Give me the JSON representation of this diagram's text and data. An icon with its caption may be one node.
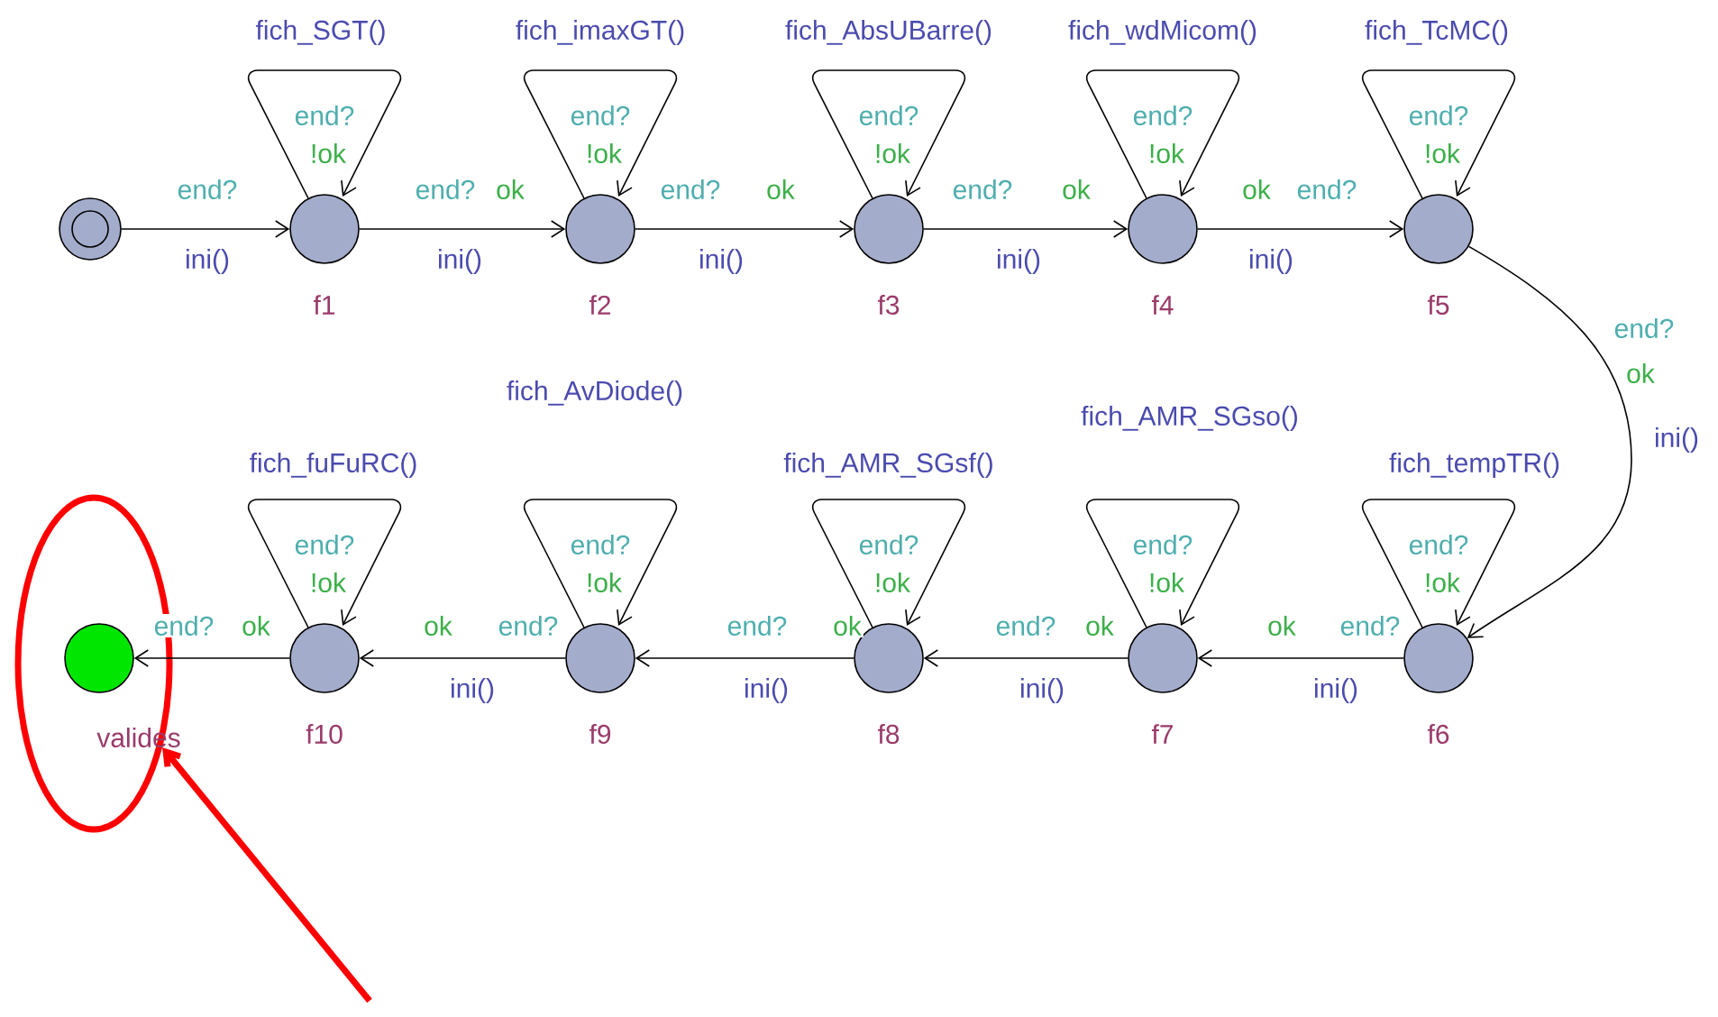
{
  "diagram": {
    "nodes": [
      {
        "text": [],
        "shape": "circle"
      },
      {
        "text": [],
        "shape": "circle",
        "beside": [
          "f1"
        ]
      },
      {
        "text": [],
        "shape": "circle",
        "beside": [
          "f2"
        ]
      },
      {
        "text": [],
        "shape": "circle",
        "beside": [
          "f3"
        ]
      },
      {
        "text": [],
        "shape": "circle",
        "beside": [
          "f4"
        ]
      },
      {
        "text": [],
        "shape": "circle",
        "beside": [
          "f5"
        ]
      },
      {
        "text": [],
        "shape": "ellipse"
      },
      {
        "text": [],
        "shape": "circle",
        "beside": [
          "valides"
        ],
        "in": 6
      },
      {
        "text": [],
        "shape": "circle",
        "beside": [
          "f10"
        ]
      },
      {
        "text": [],
        "shape": "circle",
        "beside": [
          "f9"
        ]
      },
      {
        "text": [],
        "shape": "circle",
        "beside": [
          "f8"
        ]
      },
      {
        "text": [],
        "shape": "circle",
        "beside": [
          "f7"
        ]
      },
      {
        "text": [],
        "shape": "circle",
        "beside": [
          "f6"
        ]
      }
    ],
    "edges": [
      {
        "from": 0,
        "to": 1,
        "arrow": "to",
        "label": [
          "end?",
          "ini()"
        ]
      },
      {
        "from": 1,
        "to": 1,
        "arrow": "to",
        "label": [
          "fich_SGT()",
          "end?",
          "!ok"
        ]
      },
      {
        "from": 1,
        "to": 2,
        "arrow": "to",
        "label": [
          "end?",
          "ok",
          "ini()"
        ]
      },
      {
        "from": 2,
        "to": 2,
        "arrow": "to",
        "label": [
          "fich_imaxGT()",
          "end?",
          "!ok"
        ]
      },
      {
        "from": 2,
        "to": 3,
        "arrow": "to",
        "label": [
          "end?",
          "ok",
          "ini()"
        ]
      },
      {
        "from": 3,
        "to": 3,
        "arrow": "to",
        "label": [
          "fich_AbsUBarre()",
          "end?",
          "!ok"
        ]
      },
      {
        "from": 3,
        "to": 4,
        "arrow": "to",
        "label": [
          "end?",
          "ok",
          "ini()"
        ]
      },
      {
        "from": 4,
        "to": 4,
        "arrow": "to",
        "label": [
          "fich_wdMicom()",
          "end?",
          "!ok"
        ]
      },
      {
        "from": 4,
        "to": 5,
        "arrow": "to",
        "label": [
          "ok",
          "end?",
          "ini()"
        ]
      },
      {
        "from": 5,
        "to": 5,
        "arrow": "to",
        "label": [
          "fich_TcMC()",
          "end?",
          "!ok"
        ]
      },
      {
        "from": 5,
        "to": 12,
        "arrow": "to",
        "label": [
          "end?",
          "ok",
          "ini()"
        ]
      },
      {
        "from": 12,
        "to": 12,
        "arrow": "to",
        "label": [
          "fich_tempTR()",
          "end?",
          "!ok"
        ]
      },
      {
        "from": 12,
        "to": 11,
        "arrow": "to",
        "label": [
          "ok",
          "end?",
          "ini()"
        ]
      },
      {
        "from": 11,
        "to": 11,
        "arrow": "to",
        "label": [
          "fich_AMR_SGso()",
          "end?",
          "!ok"
        ]
      },
      {
        "from": 11,
        "to": 10,
        "arrow": "to",
        "label": [
          "end?",
          "ok",
          "ini()"
        ]
      },
      {
        "from": 10,
        "to": 10,
        "arrow": "to",
        "label": [
          "fich_AMR_SGsf()",
          "end?",
          "!ok"
        ]
      },
      {
        "from": 10,
        "to": 9,
        "arrow": "to",
        "label": [
          "end?",
          "ok",
          "ini()"
        ]
      },
      {
        "from": 9,
        "to": 9,
        "arrow": "to",
        "label": [
          "fich_AvDiode()",
          "end?",
          "!ok"
        ]
      },
      {
        "from": 9,
        "to": 8,
        "arrow": "to",
        "label": [
          "ok",
          "end?",
          "ini()"
        ]
      },
      {
        "from": 8,
        "to": 8,
        "arrow": "to",
        "label": [
          "fich_fuFuRC()",
          "end?",
          "!ok"
        ]
      },
      {
        "from": 8,
        "to": 7,
        "arrow": "to",
        "label": [
          "end?",
          "ok"
        ]
      },
      {
        "from": null,
        "to": 6,
        "arrow": "to",
        "style": "thick",
        "color": "#ff0000"
      }
    ]
  }
}
